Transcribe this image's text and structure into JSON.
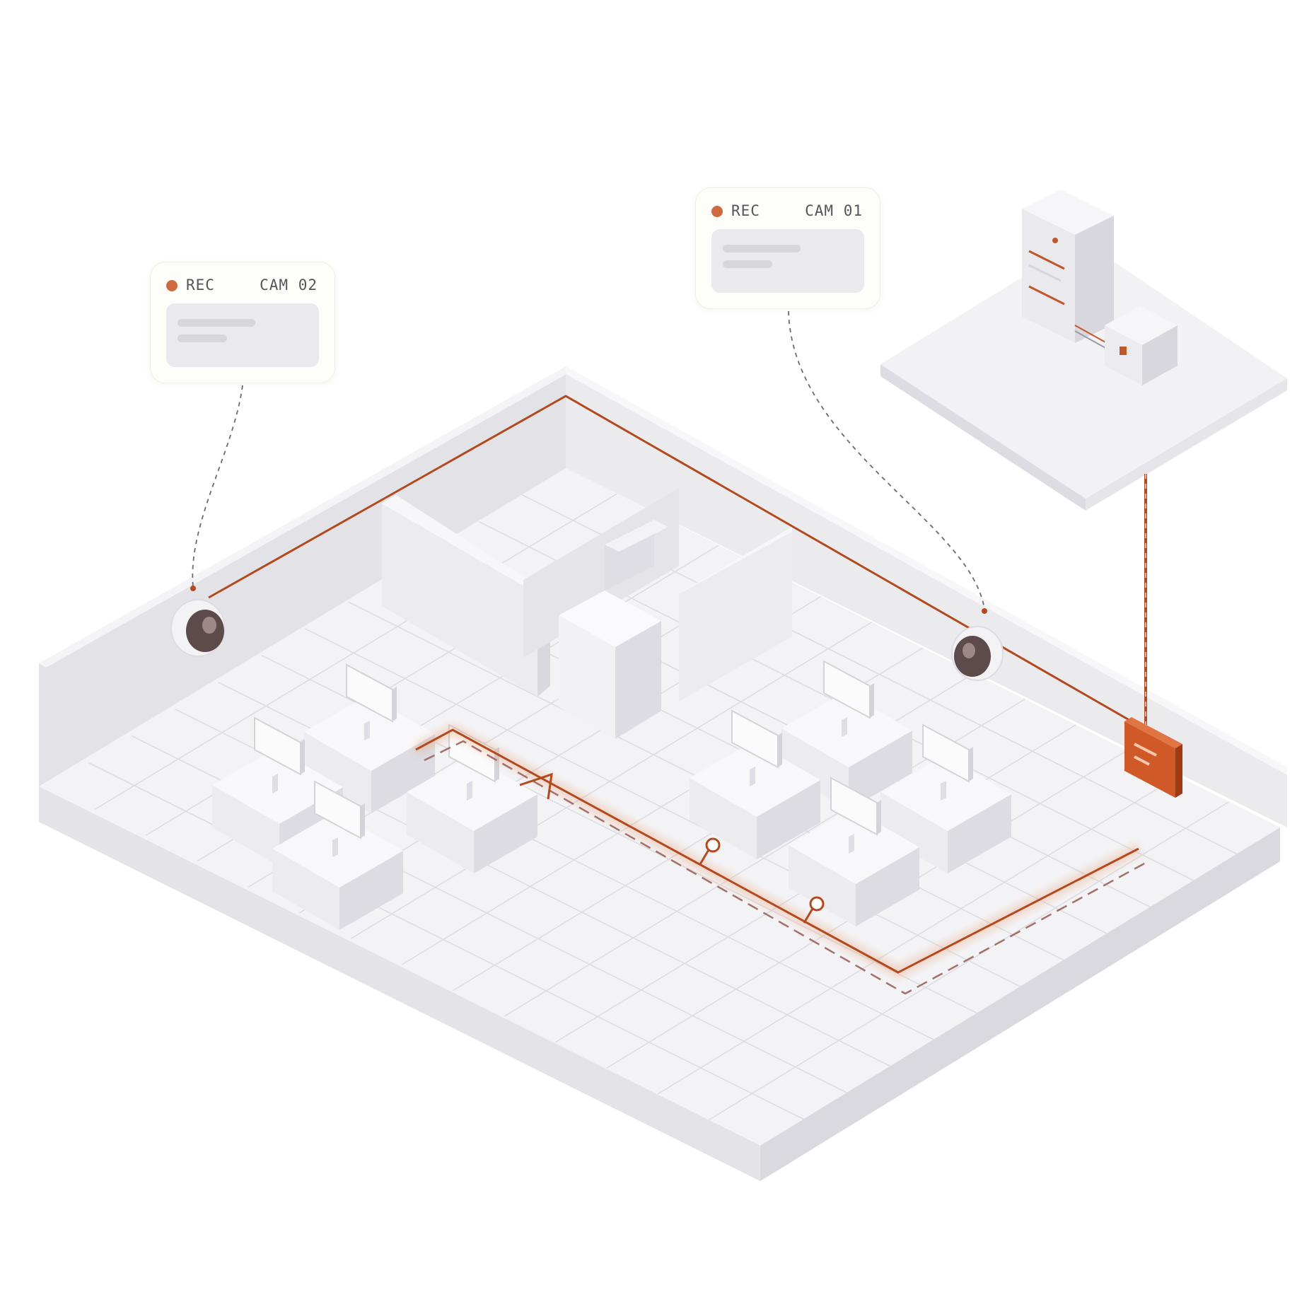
{
  "colors": {
    "accent": "#c2562a",
    "rec_dot": "#cf6a40",
    "surface": "#f3f3f6",
    "wall": "#e6e6ea",
    "grid": "#dcdce2"
  },
  "cameras": [
    {
      "status": "REC",
      "label": "CAM 02",
      "icon": "dome-camera-icon"
    },
    {
      "status": "REC",
      "label": "CAM 01",
      "icon": "dome-camera-icon"
    }
  ],
  "icons": {
    "server": "server-tower-icon",
    "network_box": "network-switch-icon",
    "wall_panel": "control-panel-icon",
    "monitor": "desk-monitor-icon",
    "location_pin": "location-pin-icon"
  }
}
